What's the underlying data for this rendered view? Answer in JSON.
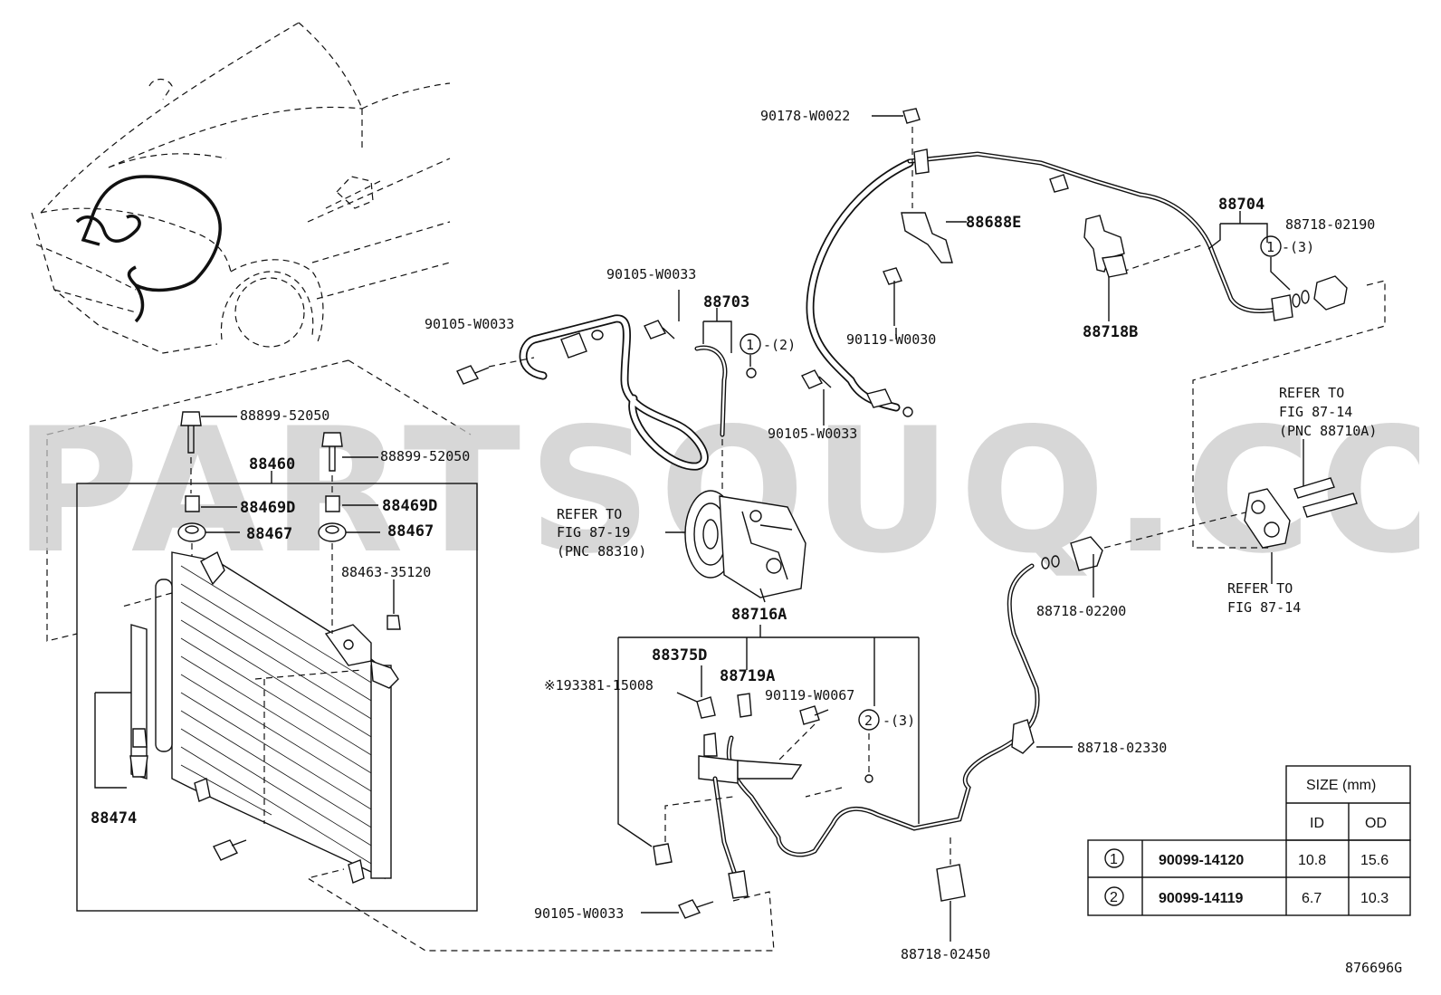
{
  "watermark": "PARTSOUQ.COM",
  "diagram_code": "876696G",
  "labels": {
    "l90178": "90178-W0022",
    "l88688e": "88688E",
    "l88704": "88704",
    "l88718_02190": "88718-02190",
    "l_circ1_3": "-(3)",
    "l88718b": "88718B",
    "l90119_0030": "90119-W0030",
    "l90105_a": "90105-W0033",
    "l88703": "88703",
    "l_circ1_2": "-(2)",
    "l90105_b": "90105-W0033",
    "l90105_c": "90105-W0033",
    "l88899_a": "88899-52050",
    "l88899_b": "88899-52050",
    "l88460": "88460",
    "l88469d_a": "88469D",
    "l88469d_b": "88469D",
    "l88467_a": "88467",
    "l88467_b": "88467",
    "l88463": "88463-35120",
    "l88474": "88474",
    "refer1_l1": "REFER TO",
    "refer1_l2": "FIG 87-19",
    "refer1_l3": "(PNC 88310)",
    "l88716a": "88716A",
    "l88375d": "88375D",
    "l88719a": "88719A",
    "l93381": "※193381-15008",
    "l90119_0067": "90119-W0067",
    "l_circ2_3": "-(3)",
    "l90105_d": "90105-W0033",
    "l88718_02200": "88718-02200",
    "l88718_02330": "88718-02330",
    "l88718_02450": "88718-02450",
    "refer2_l1": "REFER TO",
    "refer2_l2": "FIG 87-14",
    "refer2_l3": "(PNC 88710A)",
    "refer3_l1": "REFER TO",
    "refer3_l2": "FIG 87-14"
  },
  "markers": {
    "one": "1",
    "two": "2"
  },
  "size_table": {
    "title": "SIZE (mm)",
    "col_id": "ID",
    "col_od": "OD",
    "rows": [
      {
        "ref": "1",
        "part": "90099-14120",
        "id": "10.8",
        "od": "15.6"
      },
      {
        "ref": "2",
        "part": "90099-14119",
        "id": "6.7",
        "od": "10.3"
      }
    ]
  }
}
